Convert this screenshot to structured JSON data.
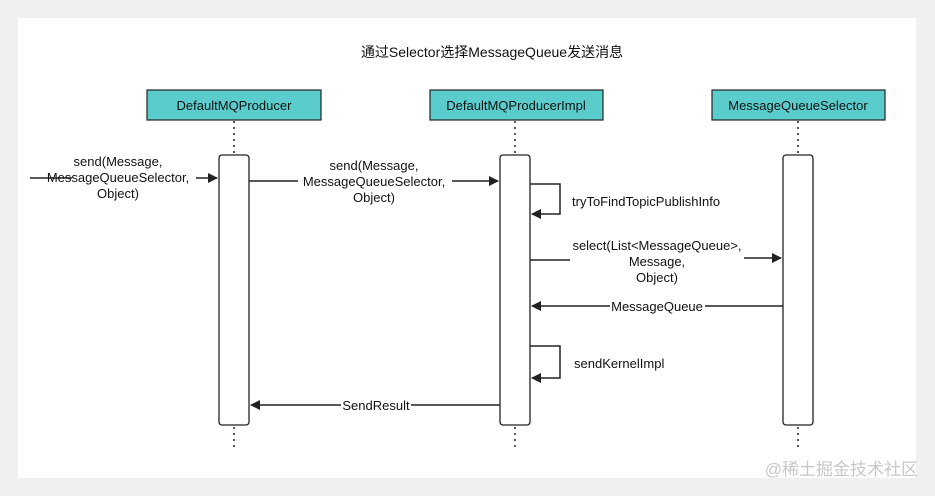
{
  "diagram": {
    "title": "通过Selector选择MessageQueue发送消息",
    "participants": [
      {
        "label": "DefaultMQProducer"
      },
      {
        "label": "DefaultMQProducerImpl"
      },
      {
        "label": "MessageQueueSelector"
      }
    ],
    "messages": [
      {
        "lines": [
          "send(Message,",
          "MessageQueueSelector,",
          "Object)"
        ]
      },
      {
        "lines": [
          "send(Message,",
          "MessageQueueSelector,",
          "Object)"
        ]
      },
      {
        "lines": [
          "tryToFindTopicPublishInfo"
        ]
      },
      {
        "lines": [
          "select(List<MessageQueue>,",
          "Message,",
          "Object)"
        ]
      },
      {
        "lines": [
          "MessageQueue"
        ]
      },
      {
        "lines": [
          "sendKernelImpl"
        ]
      },
      {
        "lines": [
          "SendResult"
        ]
      }
    ],
    "colors": {
      "participant_fill": "#5bcccc",
      "line": "#222222"
    }
  },
  "watermark": "@稀土掘金技术社区"
}
